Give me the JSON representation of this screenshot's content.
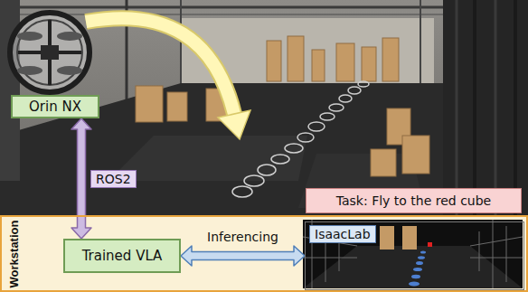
{
  "diagram": {
    "nodes": [
      {
        "text": [
          "Orin NX"
        ]
      },
      {
        "text": [
          "Task: Fly to the red cube"
        ]
      },
      {
        "text": [
          "Workstation"
        ]
      },
      {
        "text": [
          "Trained VLA"
        ],
        "in": 2
      },
      {
        "text": [
          "IsaacLab"
        ],
        "in": 2
      }
    ],
    "edges": [
      {
        "from": 0,
        "to": 3,
        "arrow": "both",
        "label": "ROS2"
      },
      {
        "from": 3,
        "to": 4,
        "arrow": "both",
        "label": "Inferencing"
      }
    ]
  }
}
